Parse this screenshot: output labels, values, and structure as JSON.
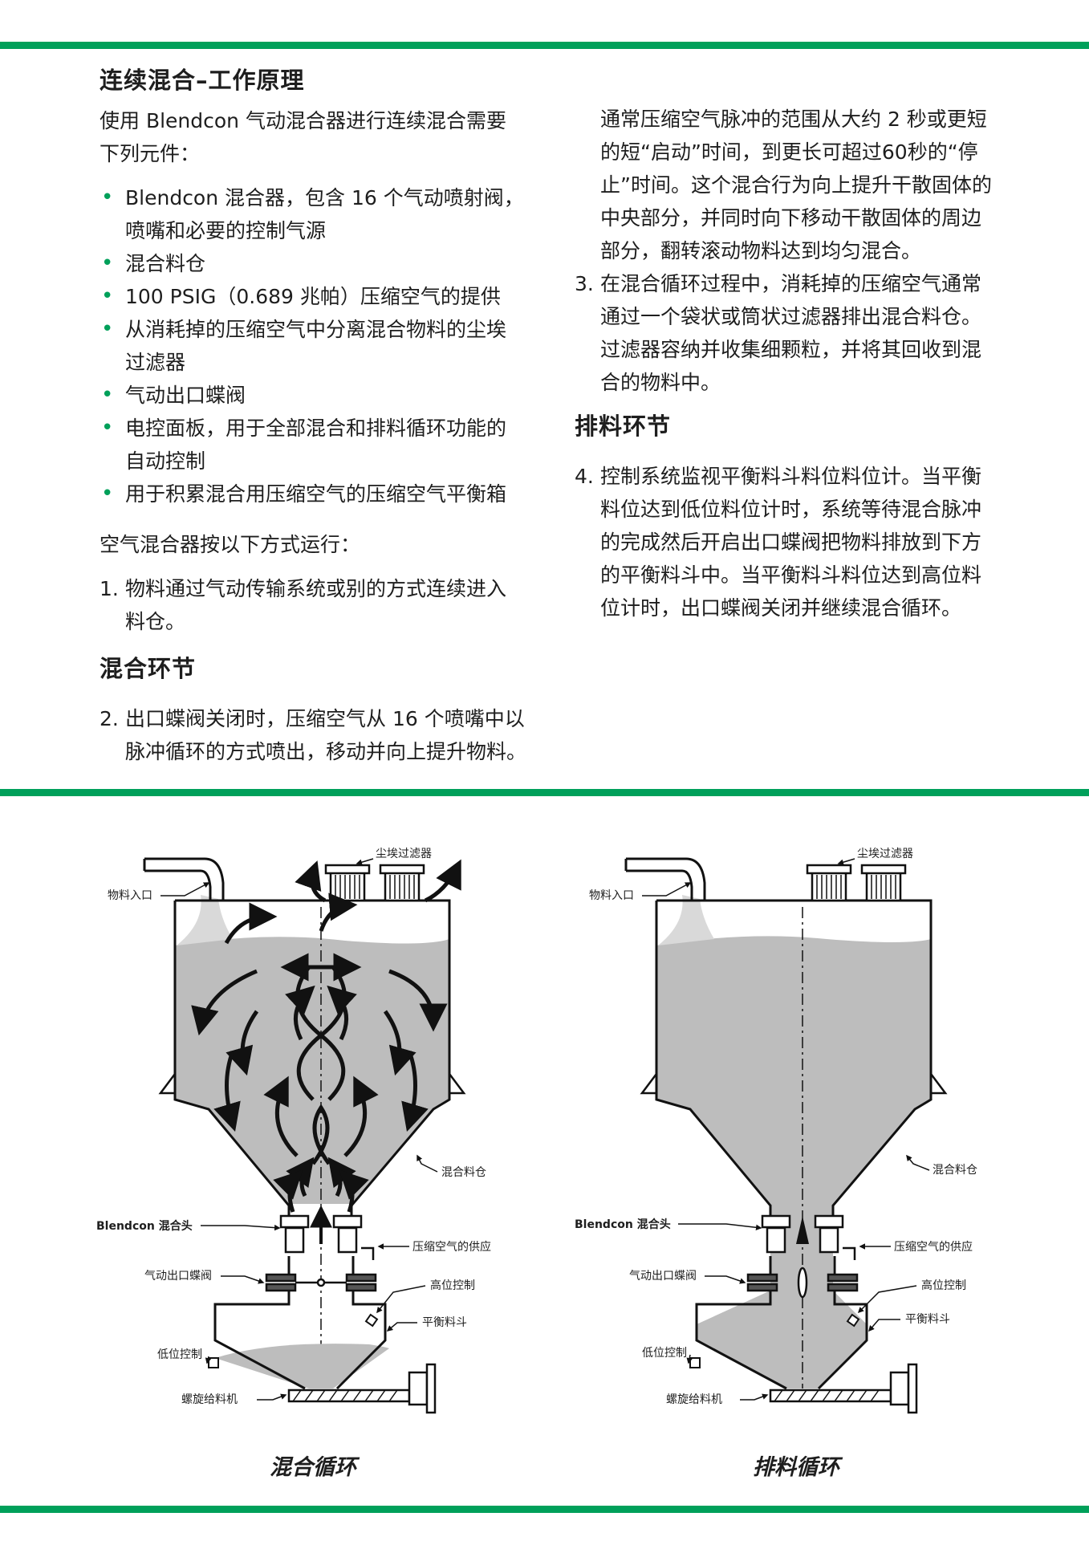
{
  "left": {
    "heading": "连续混合–工作原理",
    "intro_lines": [
      "使用 Blendcon 气动混合器进行连续混合需要",
      "下列元件："
    ],
    "bullets": [
      [
        "Blendcon 混合器，包含 16 个气动喷射阀，",
        "喷嘴和必要的控制气源"
      ],
      [
        "混合料仓"
      ],
      [
        "100 PSIG（0.689 兆帕）压缩空气的提供"
      ],
      [
        "从消耗掉的压缩空气中分离混合物料的尘埃",
        "过滤器"
      ],
      [
        "气动出口蝶阀"
      ],
      [
        "电控面板，用于全部混合和排料循环功能的",
        "自动控制"
      ],
      [
        "用于积累混合用压缩空气的压缩空气平衡箱"
      ]
    ],
    "operation_intro": "空气混合器按以下方式运行：",
    "step1": {
      "num": "1.",
      "lines": [
        "物料通过气动传输系统或别的方式连续进入",
        "料仓。"
      ]
    },
    "mixing_heading": "混合环节",
    "step2": {
      "num": "2.",
      "lines": [
        "出口蝶阀关闭时，压缩空气从 16 个喷嘴中以",
        "脉冲循环的方式喷出，移动并向上提升物料。"
      ]
    }
  },
  "right": {
    "step2_cont": [
      "通常压缩空气脉冲的范围从大约 2 秒或更短",
      "的短“启动”时间，到更长可超过60秒的“停",
      "止”时间。这个混合行为向上提升干散固体的",
      "中央部分，并同时向下移动干散固体的周边",
      "部分，翻转滚动物料达到均匀混合。"
    ],
    "step3": {
      "num": "3.",
      "lines": [
        "在混合循环过程中，消耗掉的压缩空气通常",
        "通过一个袋状或筒状过滤器排出混合料仓。",
        "过滤器容纳并收集细颗粒，并将其回收到混",
        "合的物料中。"
      ]
    },
    "discharge_heading": "排料环节",
    "step4": {
      "num": "4.",
      "lines": [
        "控制系统监视平衡料斗料位料位计。当平衡",
        "料位达到低位料位计时，系统等待混合脉冲",
        "的完成然后开启出口蝶阀把物料排放到下方",
        "的平衡料斗中。当平衡料斗料位达到高位料",
        "位计时，出口蝶阀关闭并继续混合循环。"
      ]
    }
  },
  "diagram_labels": {
    "dust_filter": "尘埃过滤器",
    "material_inlet": "物料入口",
    "mixing_bin": "混合料仓",
    "blendcon_head": "Blendcon 混合头",
    "air_supply": "压缩空气的供应",
    "butterfly_valve": "气动出口蝶阀",
    "high_level": "高位控制",
    "surge_hopper": "平衡料斗",
    "low_level": "低位控制",
    "screw_feeder": "螺旋给料机"
  },
  "captions": {
    "mixing": "混合循环",
    "discharge": "排料循环"
  },
  "colors": {
    "accent": "#00a05a",
    "material": "#bdbdbd",
    "dust": "#d9d9d9"
  }
}
